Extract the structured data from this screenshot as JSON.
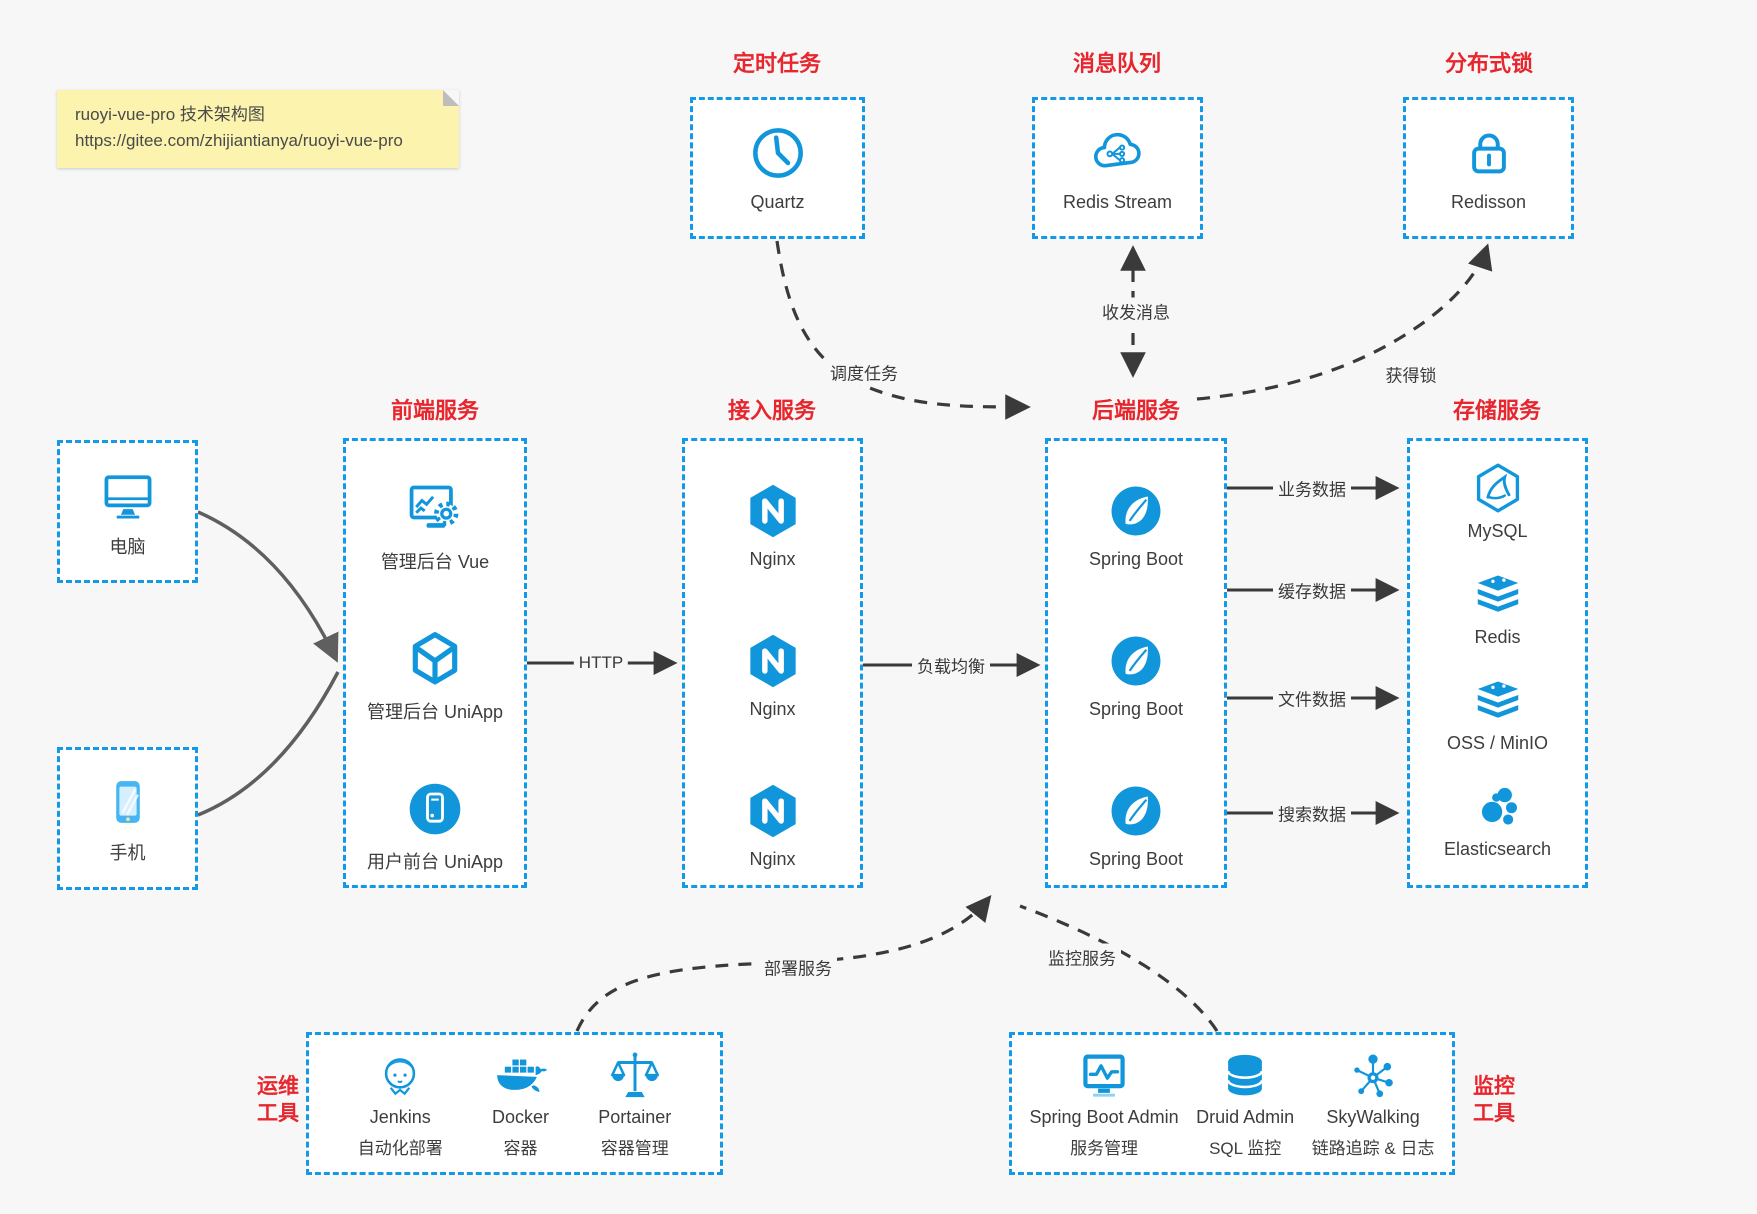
{
  "title": "ruoyi-vue-pro 技术架构图",
  "colors": {
    "accent_blue": "#1296db",
    "accent_red": "#e8262d",
    "arrow_dark": "#3a3a3a",
    "client_arrow_gray": "#5f5f5f",
    "note_bg": "#fbf3ae",
    "canvas_bg": "#f7f7f8"
  },
  "note": {
    "line1": "ruoyi-vue-pro 技术架构图",
    "line2": "https://gitee.com/zhijiantianya/ruoyi-vue-pro"
  },
  "top_groups": [
    {
      "id": "scheduled-tasks",
      "title": "定时任务",
      "items": [
        {
          "icon": "clock-icon",
          "label": "Quartz"
        }
      ]
    },
    {
      "id": "message-queue",
      "title": "消息队列",
      "items": [
        {
          "icon": "cloud-stream-icon",
          "label": "Redis Stream"
        }
      ]
    },
    {
      "id": "distributed-lock",
      "title": "分布式锁",
      "items": [
        {
          "icon": "lock-icon",
          "label": "Redisson"
        }
      ]
    }
  ],
  "clients": [
    {
      "icon": "desktop-icon",
      "label": "电脑"
    },
    {
      "icon": "mobile-icon",
      "label": "手机"
    }
  ],
  "columns": [
    {
      "id": "frontend",
      "title": "前端服务",
      "items": [
        {
          "icon": "admin-vue-icon",
          "label": "管理后台 Vue"
        },
        {
          "icon": "cube-icon",
          "label": "管理后台 UniApp"
        },
        {
          "icon": "app-circle-icon",
          "label": "用户前台 UniApp"
        }
      ]
    },
    {
      "id": "gateway",
      "title": "接入服务",
      "items": [
        {
          "icon": "nginx-icon",
          "label": "Nginx"
        },
        {
          "icon": "nginx-icon",
          "label": "Nginx"
        },
        {
          "icon": "nginx-icon",
          "label": "Nginx"
        }
      ]
    },
    {
      "id": "backend",
      "title": "后端服务",
      "items": [
        {
          "icon": "spring-boot-icon",
          "label": "Spring Boot"
        },
        {
          "icon": "spring-boot-icon",
          "label": "Spring Boot"
        },
        {
          "icon": "spring-boot-icon",
          "label": "Spring Boot"
        }
      ]
    },
    {
      "id": "storage",
      "title": "存储服务",
      "items": [
        {
          "icon": "mysql-icon",
          "label": "MySQL"
        },
        {
          "icon": "redis-icon",
          "label": "Redis"
        },
        {
          "icon": "storage-stack-icon",
          "label": "OSS / MinIO"
        },
        {
          "icon": "elasticsearch-icon",
          "label": "Elasticsearch"
        }
      ]
    }
  ],
  "bottom_groups": [
    {
      "id": "ops",
      "title_lines": [
        "运维",
        "工具"
      ],
      "items": [
        {
          "icon": "jenkins-icon",
          "label": "Jenkins",
          "sublabel": "自动化部署"
        },
        {
          "icon": "docker-icon",
          "label": "Docker",
          "sublabel": "容器"
        },
        {
          "icon": "portainer-icon",
          "label": "Portainer",
          "sublabel": "容器管理"
        }
      ]
    },
    {
      "id": "monitor",
      "title_lines": [
        "监控",
        "工具"
      ],
      "items": [
        {
          "icon": "spring-boot-admin-icon",
          "label": "Spring Boot Admin",
          "sublabel": "服务管理"
        },
        {
          "icon": "druid-icon",
          "label": "Druid Admin",
          "sublabel": "SQL 监控"
        },
        {
          "icon": "skywalking-icon",
          "label": "SkyWalking",
          "sublabel": "链路追踪 & 日志"
        }
      ]
    }
  ],
  "edges": {
    "http": "HTTP",
    "load_balance": "负载均衡",
    "dispatch": "调度任务",
    "messages": "收发消息",
    "lock": "获得锁",
    "business_data": "业务数据",
    "cache_data": "缓存数据",
    "file_data": "文件数据",
    "search_data": "搜索数据",
    "deploy": "部署服务",
    "monitor": "监控服务"
  }
}
